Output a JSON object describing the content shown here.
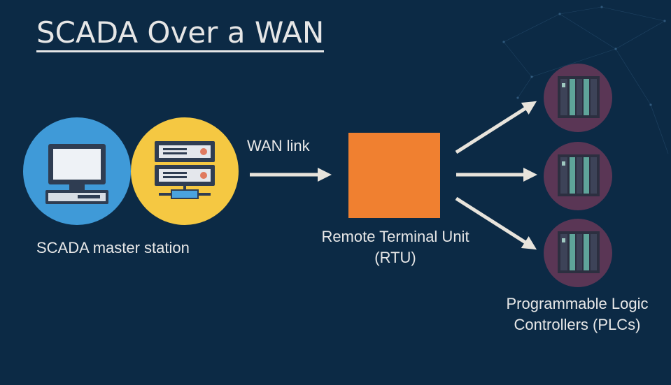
{
  "title": "SCADA Over a WAN",
  "master_station": {
    "label": "SCADA master station",
    "icons": [
      "computer-icon",
      "server-icon"
    ]
  },
  "wan_link": {
    "label": "WAN link"
  },
  "rtu": {
    "label_line1": "Remote Terminal Unit",
    "label_line2": "(RTU)"
  },
  "plcs": {
    "label_line1": "Programmable Logic",
    "label_line2": "Controllers (PLCs)",
    "count": 3
  },
  "colors": {
    "background": "#0c2a45",
    "computer_circle": "#3f9ad8",
    "server_circle": "#f5c842",
    "rtu": "#f08030",
    "plc_circle": "#5a3655",
    "arrow": "#e8e4dc",
    "text": "#e8e8e8"
  }
}
